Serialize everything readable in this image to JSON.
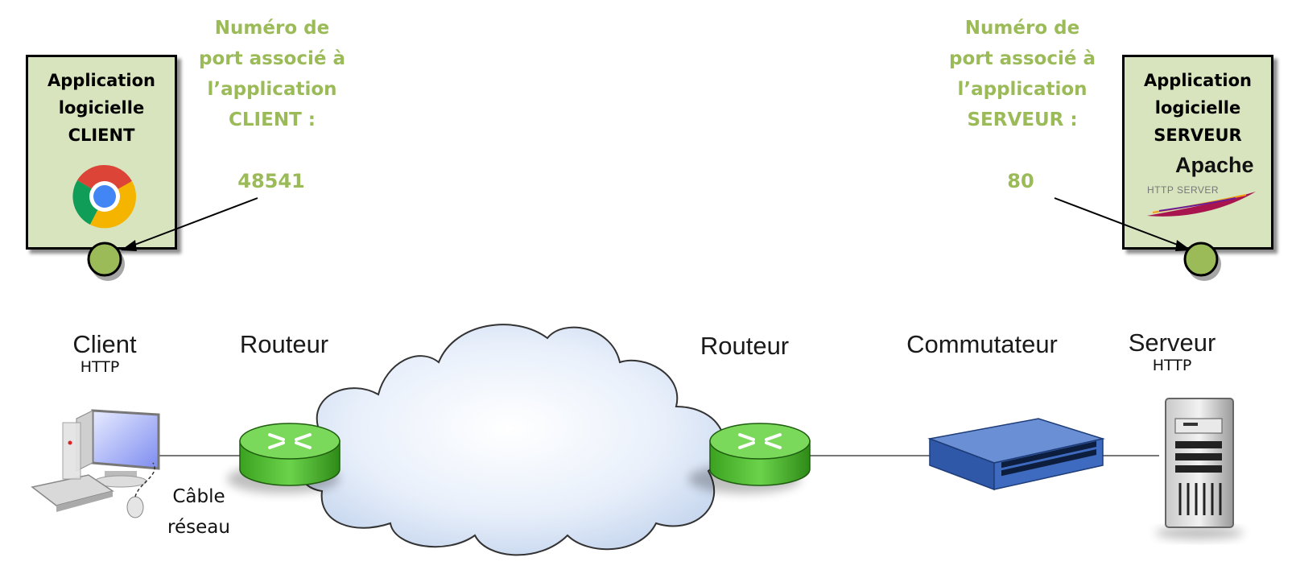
{
  "client_app": {
    "lines": [
      "Application",
      "logicielle",
      "CLIENT"
    ],
    "icon": "chrome-icon"
  },
  "server_app": {
    "lines": [
      "Application",
      "logicielle",
      "SERVEUR"
    ],
    "logo_title": "Apache",
    "logo_subtitle": "HTTP SERVER",
    "icon": "apache-feather-icon"
  },
  "client_port": {
    "lines": [
      "Numéro de",
      "port associé à",
      "l’application",
      "CLIENT :"
    ],
    "number": "48541"
  },
  "server_port": {
    "lines": [
      "Numéro de",
      "port associé à",
      "l’application",
      "SERVEUR :"
    ],
    "number": "80"
  },
  "network": {
    "client": {
      "title": "Client",
      "subtitle": "HTTP"
    },
    "router_left": {
      "title": "Routeur"
    },
    "router_right": {
      "title": "Routeur"
    },
    "switch": {
      "title": "Commutateur"
    },
    "server": {
      "title": "Serveur",
      "subtitle": "HTTP"
    },
    "cable_label": [
      "Câble",
      "réseau"
    ]
  },
  "colors": {
    "box_fill": "#d7e4bd",
    "port_text": "#9bbb59",
    "port_dot": "#9bbb59",
    "router_green": "#5cc63a",
    "switch_blue": "#3f6bb5",
    "cloud_fill": "#e6eefa"
  }
}
